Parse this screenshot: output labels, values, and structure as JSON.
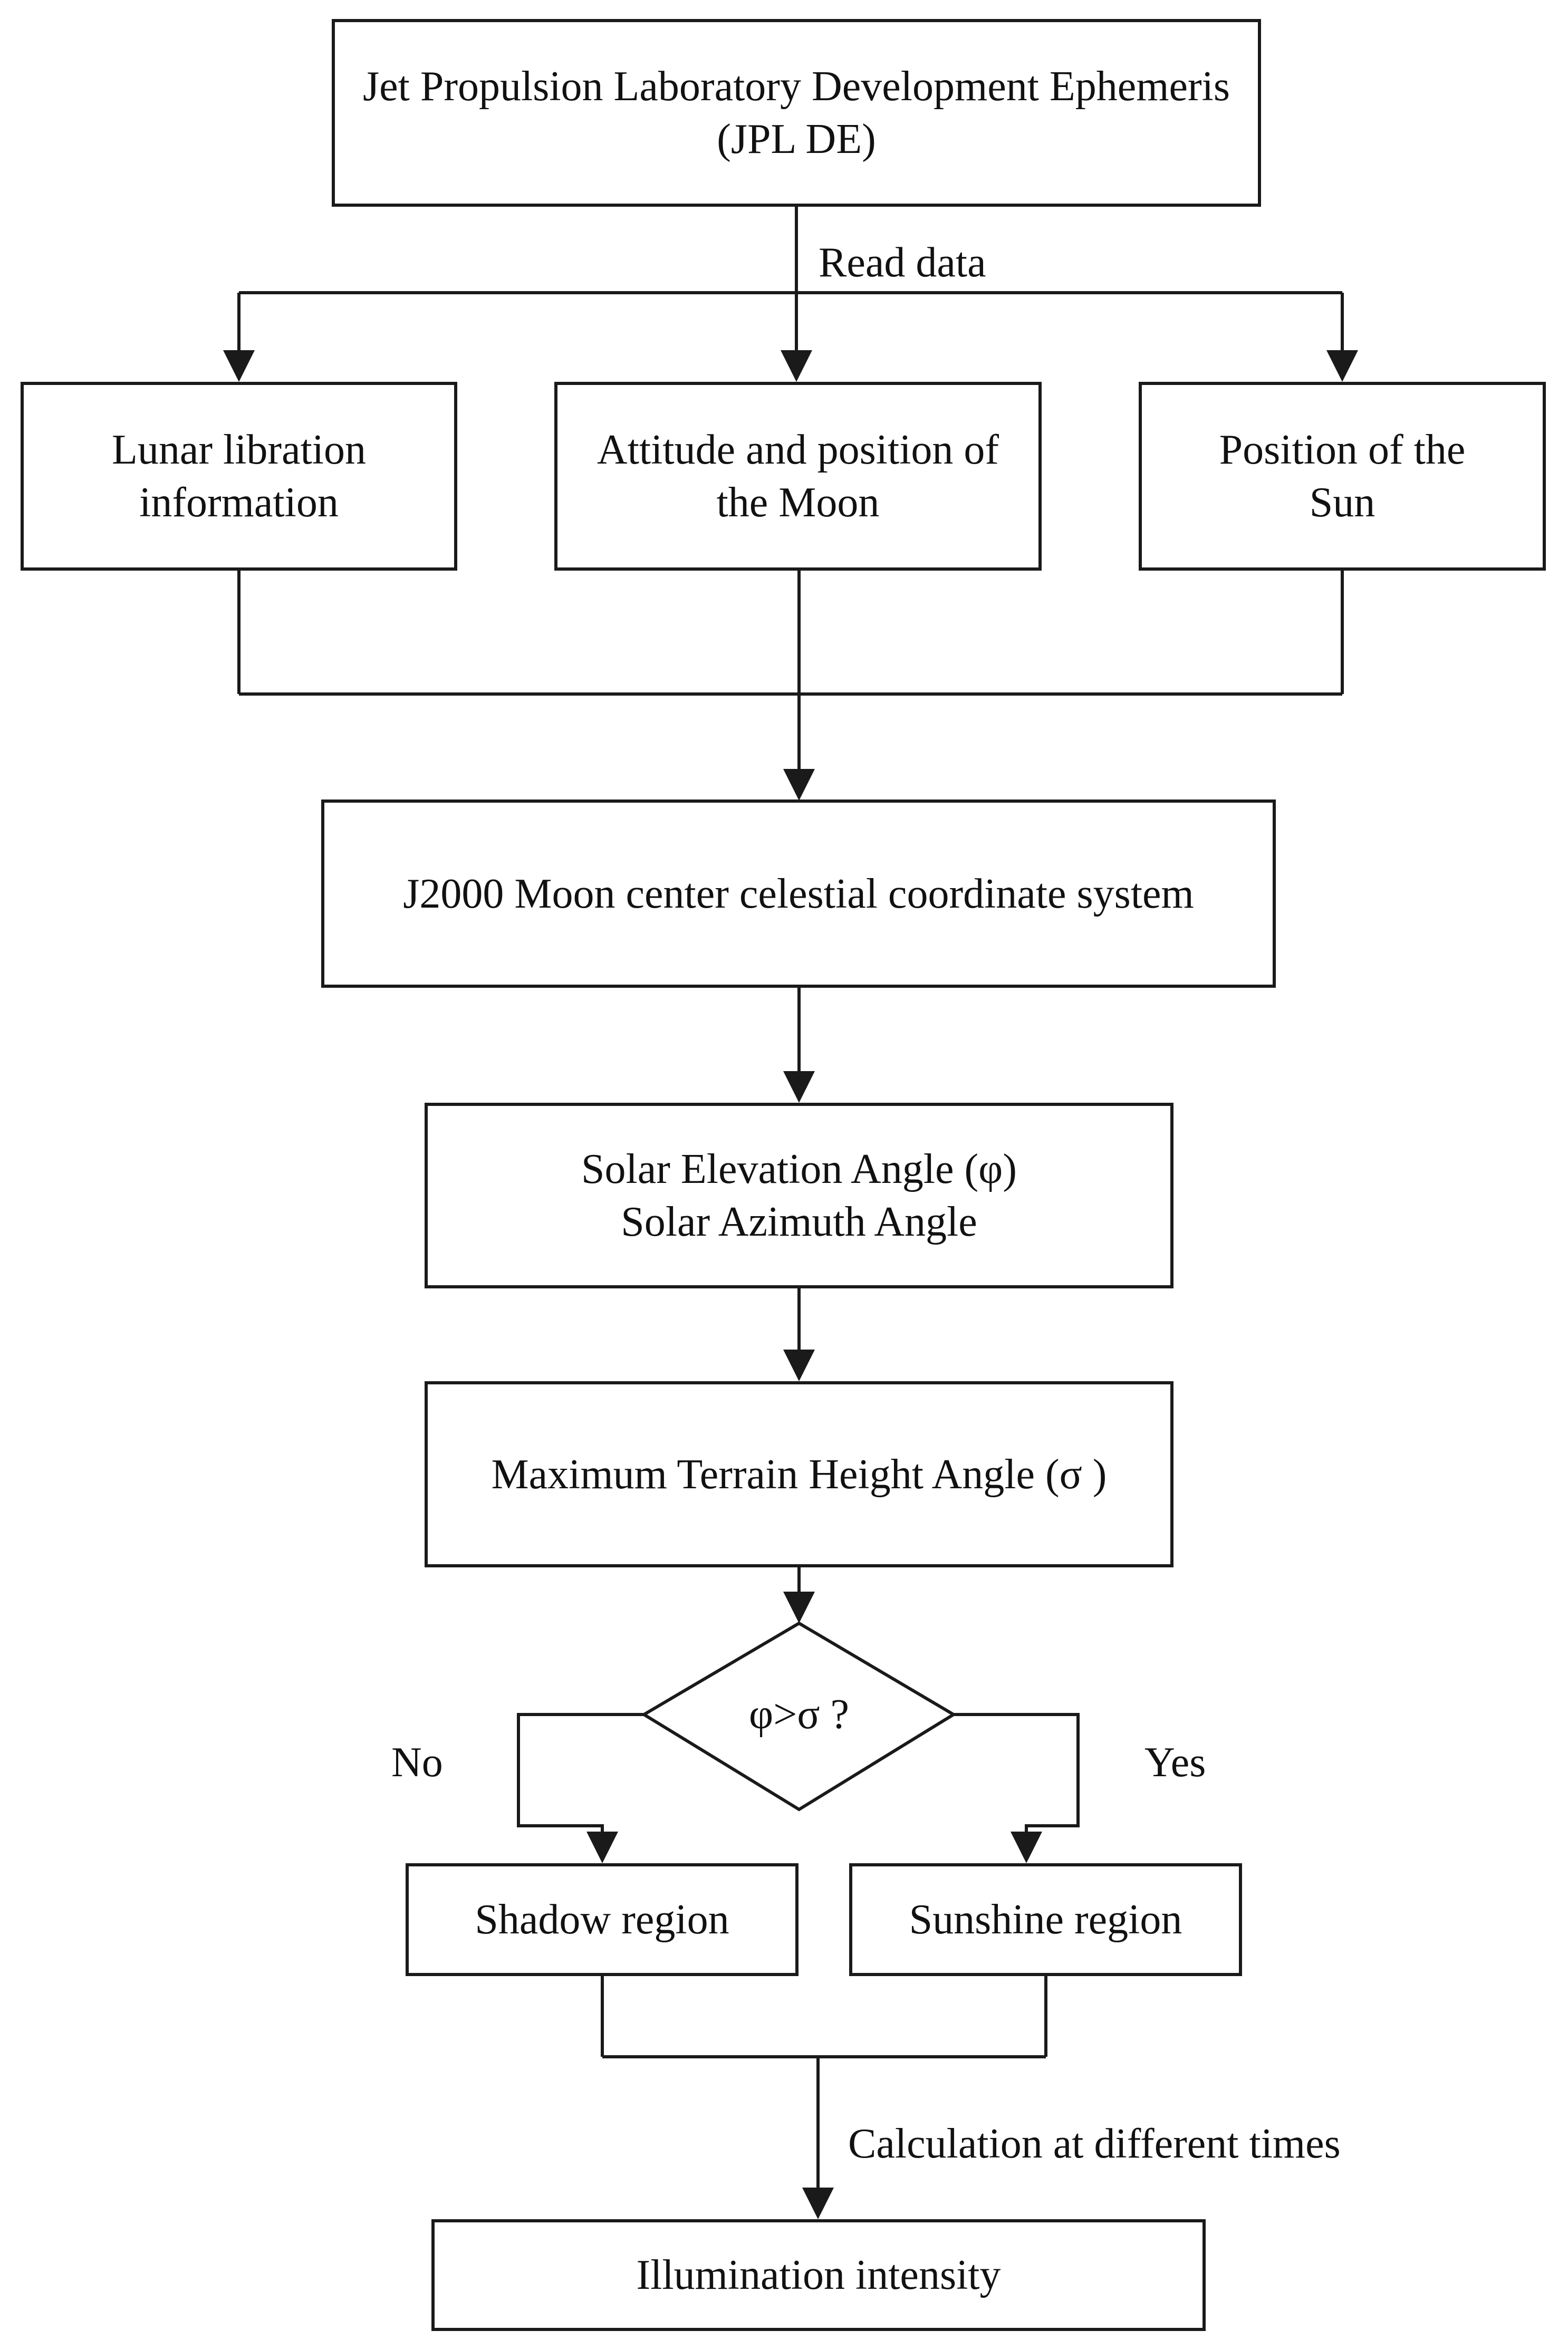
{
  "nodes": {
    "ephemeris": {
      "line1": "Jet Propulsion Laboratory Development Ephemeris",
      "line2": "(JPL DE)"
    },
    "libration": {
      "line1": "Lunar libration",
      "line2": "information"
    },
    "moon": {
      "line1": "Attitude and position of",
      "line2": "the Moon"
    },
    "sun": {
      "line1": "Position of the",
      "line2": "Sun"
    },
    "j2000": {
      "line1": "J2000 Moon center celestial coordinate system"
    },
    "solar_angles": {
      "line1": "Solar Elevation Angle (φ)",
      "line2": "Solar Azimuth Angle"
    },
    "terrain": {
      "line1": "Maximum Terrain Height Angle (σ )"
    },
    "decision": {
      "text": "φ>σ ?"
    },
    "shadow": {
      "line1": "Shadow region"
    },
    "sunshine": {
      "line1": "Sunshine region"
    },
    "illumination": {
      "line1": "Illumination intensity"
    }
  },
  "edge_labels": {
    "read_data": "Read data",
    "no": "No",
    "yes": "Yes",
    "calc_times": "Calculation at different times"
  },
  "colors": {
    "stroke": "#1a1a1a",
    "background": "#ffffff",
    "text": "#111111"
  }
}
